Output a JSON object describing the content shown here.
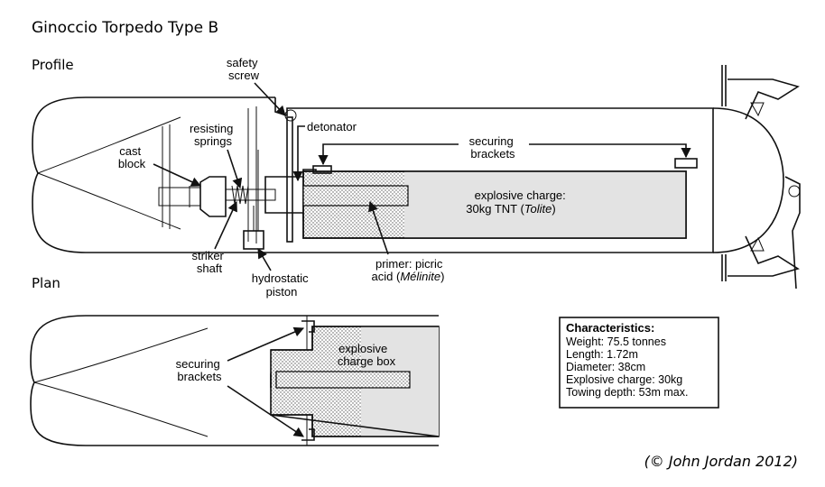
{
  "title": "Ginoccio Torpedo Type B",
  "sections": {
    "profile": "Profile",
    "plan": "Plan"
  },
  "profile_labels": {
    "safety_screw": [
      "safety",
      "screw"
    ],
    "detonator": "detonator",
    "resisting_springs": [
      "resisting",
      "springs"
    ],
    "cast_block": [
      "cast",
      "block"
    ],
    "securing_brackets": [
      "securing",
      "brackets"
    ],
    "explosive_charge": [
      "explosive charge:",
      "30kg TNT ("
    ],
    "explosive_charge_italic": "Tolite",
    "explosive_charge_close": ")",
    "striker_shaft": [
      "striker",
      "shaft"
    ],
    "hydrostatic_piston": [
      "hydrostatic",
      "piston"
    ],
    "primer_line1": "primer: picric",
    "primer_line2_a": "acid (",
    "primer_line2_italic": "Mélinite",
    "primer_line2_b": ")"
  },
  "plan_labels": {
    "securing_brackets": [
      "securing",
      "brackets"
    ],
    "explosive_charge_box": [
      "explosive",
      "charge box"
    ]
  },
  "characteristics": {
    "heading": "Characteristics:",
    "lines": [
      "Weight: 75.5 tonnes",
      "Length: 1.72m",
      "Diameter: 38cm",
      "Explosive charge: 30kg",
      "Towing depth: 53m max."
    ]
  },
  "copyright": "(© John Jordan 2012)"
}
